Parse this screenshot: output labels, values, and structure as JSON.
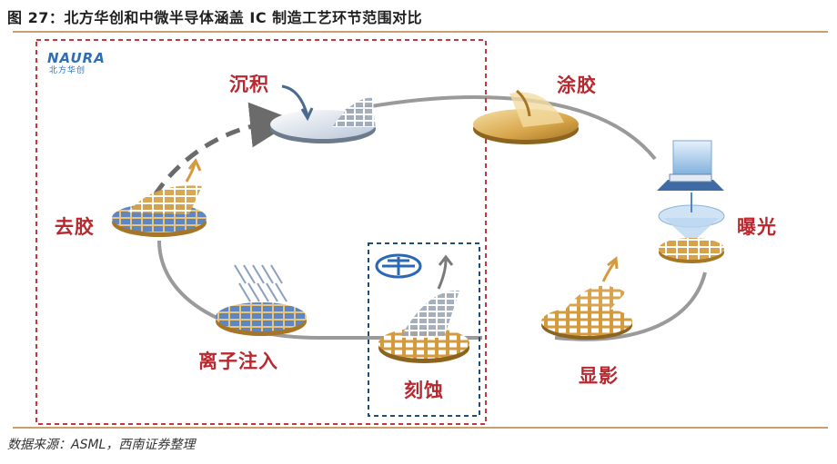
{
  "title": "图 27：北方华创和中微半导体涵盖 IC 制造工艺环节范围对比",
  "source": "数据来源：ASML，西南证券整理",
  "logos": {
    "naura_en": "NAURA",
    "naura_cn": "北方华创",
    "amec": "中微半导体 logo"
  },
  "steps": {
    "deposition": "沉积",
    "coating": "涂胶",
    "exposure": "曝光",
    "develop": "显影",
    "etch": "刻蚀",
    "ion_implant": "离子注入",
    "strip": "去胶"
  },
  "colors": {
    "label_red": "#b8292f",
    "naura_box": "#c0393f",
    "amec_box": "#1f4e79",
    "rule": "#c8a070",
    "cycle_line": "#9a9a9a"
  }
}
